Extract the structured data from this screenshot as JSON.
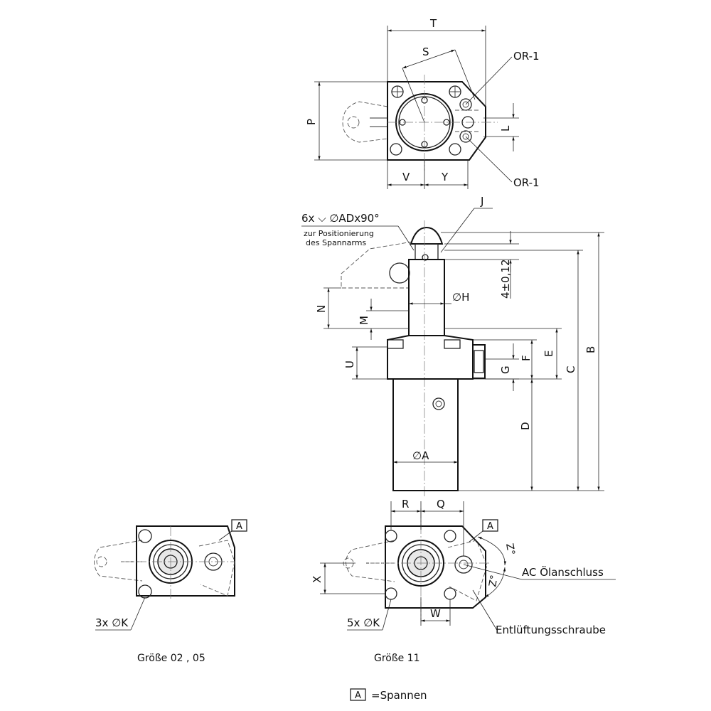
{
  "top_view": {
    "dim_T": "T",
    "dim_S": "S",
    "dim_P": "P",
    "dim_L": "L",
    "dim_V": "V",
    "dim_Y": "Y",
    "oring_top": "OR-1",
    "oring_bottom": "OR-1"
  },
  "side_view": {
    "note_line1": "6x ⌵ ∅ADx90°",
    "note_line2": "zur Positionierung",
    "note_line3": "des Spannarms",
    "label_J": "J",
    "dim_tol": "4±0,12",
    "dim_H": "∅H",
    "dim_N": "N",
    "dim_M": "M",
    "dim_U": "U",
    "dim_G": "G",
    "dim_F": "F",
    "dim_E": "E",
    "dim_C": "C",
    "dim_B": "B",
    "dim_D": "D",
    "dim_A": "∅A"
  },
  "small_view": {
    "box_A": "A",
    "hole_label": "3x ∅K",
    "caption": "Größe 02 , 05"
  },
  "large_view": {
    "dim_R": "R",
    "dim_Q": "Q",
    "dim_X": "X",
    "dim_W": "W",
    "angle_Z1": "Z°",
    "angle_Z2": "Z°",
    "box_A": "A",
    "hole_label": "5x ∅K",
    "oil_label": "AC Ölanschluss",
    "vent_label": "Entlüftungsschraube",
    "caption": "Größe 11"
  },
  "legend": {
    "box": "A",
    "text": "=Spannen"
  }
}
